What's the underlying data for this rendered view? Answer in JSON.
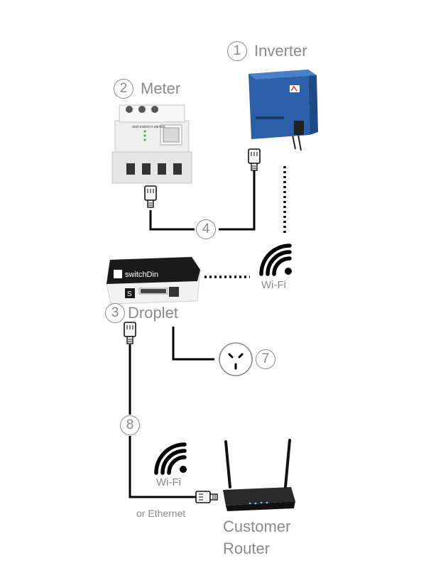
{
  "devices": {
    "inverter": {
      "number": "1",
      "label": "Inverter"
    },
    "meter": {
      "number": "2",
      "label": "Meter",
      "panel_text": "SMA ENERGY METER"
    },
    "droplet": {
      "number": "3",
      "label": "Droplet",
      "brand": "switchDin",
      "badge": "S"
    },
    "router": {
      "label_line1": "Customer",
      "label_line2": "Router"
    }
  },
  "links": {
    "ethernet_inverter_meter": {
      "number": "4"
    },
    "power_outlet": {
      "number": "7"
    },
    "droplet_router": {
      "number": "8"
    }
  },
  "wifi": {
    "upper_label": "Wi-Fi",
    "lower_label": "Wi-Fi",
    "or_ethernet": "or Ethernet"
  },
  "colors": {
    "cable": "#000000",
    "label_gray": "#8a8a8a",
    "inverter_blue": "#2b5fa8",
    "droplet_body": "#1a1a1a",
    "meter_body": "#eeeeee"
  }
}
